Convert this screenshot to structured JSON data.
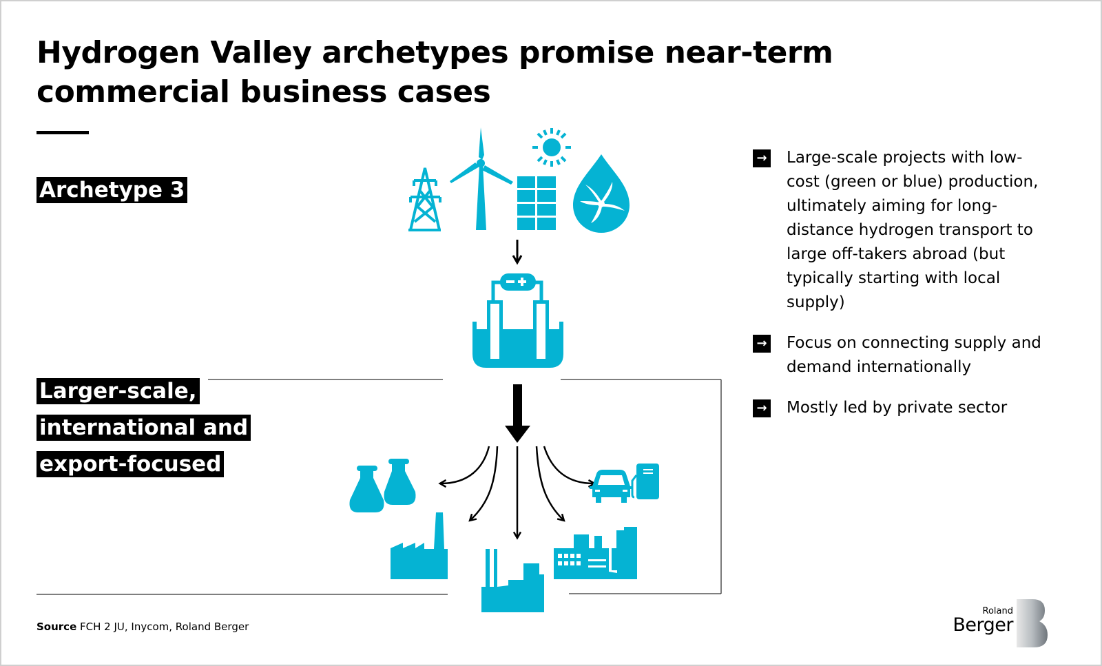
{
  "title": "Hydrogen Valley archetypes promise near-term commercial business cases",
  "archetype_label": "Archetype 3",
  "description": "Larger-scale, international and export-focused",
  "colors": {
    "accent": "#05b3d3",
    "text": "#000000"
  },
  "diagram": {
    "sources": [
      "power-pylon-icon",
      "wind-turbine-icon",
      "solar-panel-icon",
      "hydro-drop-icon"
    ],
    "converter": "electrolyser-icon",
    "offtakers": [
      "chemical-flasks-icon",
      "factory-icon",
      "power-plant-icon",
      "industrial-plant-icon",
      "car-fuel-station-icon"
    ]
  },
  "bullets": [
    {
      "icon": "arrow-right-icon",
      "text": "Large-scale projects with low-cost (green or blue) production, ultimately aiming for long-distance hydrogen transport to large off-takers abroad (but typically starting with local supply)"
    },
    {
      "icon": "arrow-right-icon",
      "text": "Focus on connecting supply and demand internationally"
    },
    {
      "icon": "arrow-right-icon",
      "text": "Mostly led by private sector"
    }
  ],
  "source": {
    "label": "Source",
    "text": "FCH 2 JU, Inycom, Roland Berger"
  },
  "logo": {
    "line1": "Roland",
    "line2": "Berger"
  }
}
